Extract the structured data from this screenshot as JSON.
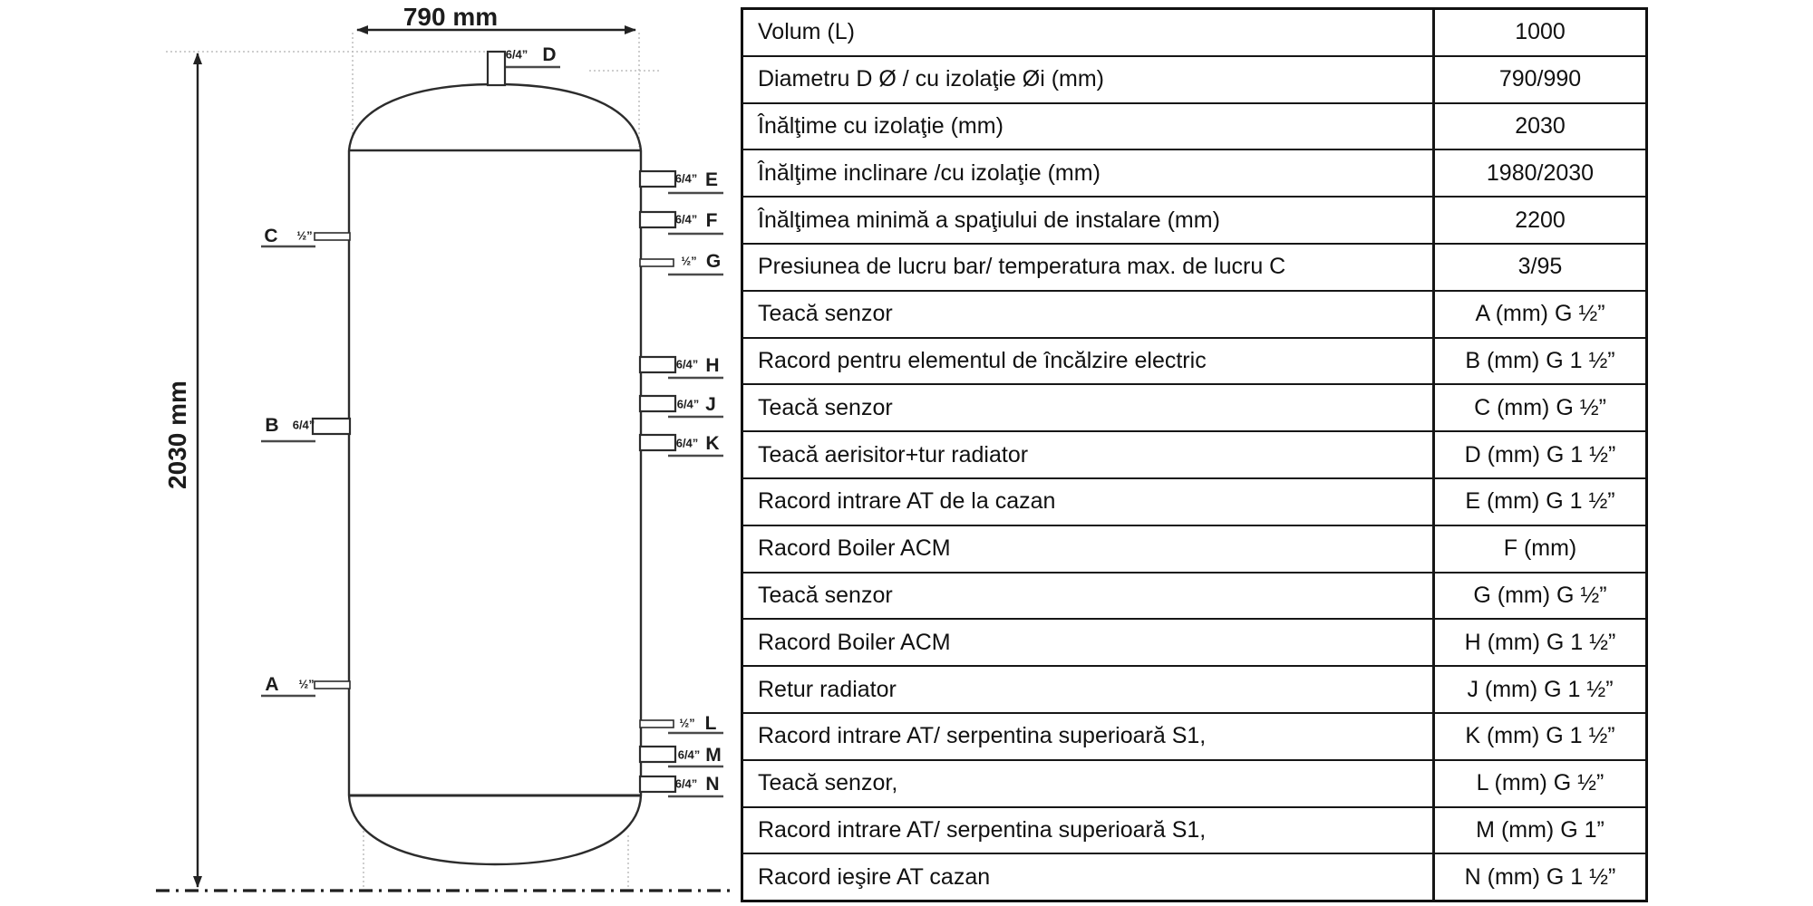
{
  "diagram": {
    "width_dim": "790 mm",
    "height_dim": "2030 mm",
    "fittings": [
      {
        "letter": "A",
        "size": "½”"
      },
      {
        "letter": "B",
        "size": "6/4”"
      },
      {
        "letter": "C",
        "size": "½”"
      },
      {
        "letter": "D",
        "size": "6/4”"
      },
      {
        "letter": "E",
        "size": "6/4”"
      },
      {
        "letter": "F",
        "size": "6/4”"
      },
      {
        "letter": "G",
        "size": "½”"
      },
      {
        "letter": "H",
        "size": "6/4”"
      },
      {
        "letter": "J",
        "size": "6/4”"
      },
      {
        "letter": "K",
        "size": "6/4”"
      },
      {
        "letter": "L",
        "size": "½”"
      },
      {
        "letter": "M",
        "size": "6/4”"
      },
      {
        "letter": "N",
        "size": "6/4”"
      }
    ]
  },
  "table": {
    "rows": [
      {
        "label": "Volum (L)",
        "value": "1000"
      },
      {
        "label": "Diametru D Ø / cu izolaţie Øi (mm)",
        "value": "790/990"
      },
      {
        "label": "Înălţime  cu izolaţie  (mm)",
        "value": "2030"
      },
      {
        "label": "Înălţime  inclinare /cu izolaţie  (mm)",
        "value": "1980/2030"
      },
      {
        "label": "Înălţimea minimă a spaţiului de instalare (mm)",
        "value": "2200"
      },
      {
        "label": "Presiunea de lucru bar/ temperatura max. de lucru C",
        "value": "3/95"
      },
      {
        "label": "Teacă senzor",
        "value": "A (mm) G ½”"
      },
      {
        "label": "Racord pentru elementul de încălzire electric",
        "value": "B (mm) G 1 ½”"
      },
      {
        "label": "Teacă senzor",
        "value": "C (mm) G ½”"
      },
      {
        "label": "Teacă aerisitor+tur radiator",
        "value": "D (mm) G 1 ½”"
      },
      {
        "label": "Racord intrare AT de la cazan",
        "value": "E (mm) G 1 ½”"
      },
      {
        "label": "Racord Boiler ACM",
        "value": "F (mm)"
      },
      {
        "label": "Teacă senzor",
        "value": "G (mm) G ½”"
      },
      {
        "label": "Racord Boiler ACM",
        "value": "H (mm) G 1 ½”"
      },
      {
        "label": "Retur radiator",
        "value": "J (mm) G 1 ½”"
      },
      {
        "label": "Racord intrare AT/ serpentina superioară S1,",
        "value": "K (mm) G 1 ½”"
      },
      {
        "label": "Teacă senzor,",
        "value": "L (mm) G ½”"
      },
      {
        "label": "Racord intrare AT/ serpentina superioară S1,",
        "value": "M (mm) G 1”"
      },
      {
        "label": "Racord ieşire AT cazan",
        "value": "N (mm) G 1 ½”"
      }
    ]
  }
}
